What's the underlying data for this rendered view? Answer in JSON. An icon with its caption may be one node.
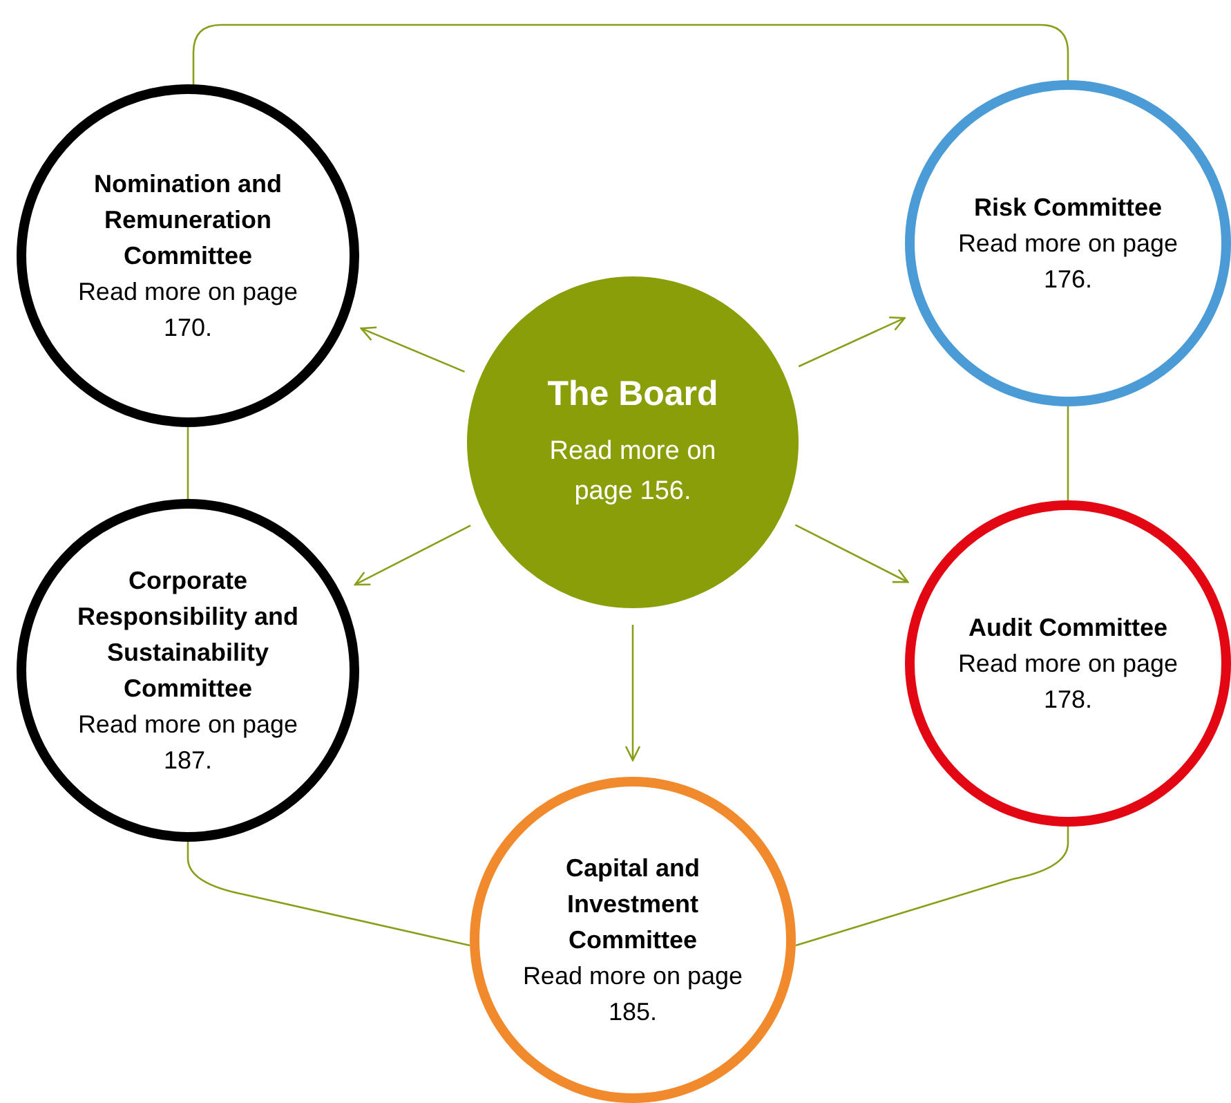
{
  "diagram": {
    "nodes": [
      {
        "text": [
          "The Board",
          "Read more on page 156."
        ]
      },
      {
        "text": [
          "Nomination and Remuneration Committee",
          "Read more on page 170."
        ]
      },
      {
        "text": [
          "Risk Committee",
          "Read more on page 176."
        ]
      },
      {
        "text": [
          "Corporate Responsibility and Sustainability Committee",
          "Read more on page 187."
        ]
      },
      {
        "text": [
          "Audit Committee",
          "Read more on page 178."
        ]
      },
      {
        "text": [
          "Capital and Investment Committee",
          "Read more on page 185."
        ]
      }
    ],
    "edges": [
      {
        "from": 0,
        "to": 1,
        "arrow": "to"
      },
      {
        "from": 0,
        "to": 2,
        "arrow": "to"
      },
      {
        "from": 0,
        "to": 3,
        "arrow": "to"
      },
      {
        "from": 0,
        "to": 4,
        "arrow": "to"
      },
      {
        "from": 0,
        "to": 5,
        "arrow": "to"
      },
      {
        "from": 1,
        "to": 2,
        "arrow": "none"
      },
      {
        "from": 1,
        "to": 3,
        "arrow": "none"
      },
      {
        "from": 2,
        "to": 4,
        "arrow": "none"
      },
      {
        "from": 3,
        "to": 5,
        "arrow": "none"
      },
      {
        "from": 4,
        "to": 5,
        "arrow": "none"
      }
    ]
  }
}
